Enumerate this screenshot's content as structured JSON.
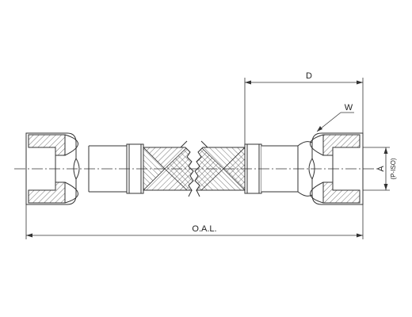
{
  "labels": {
    "dim_d": "D",
    "dim_w": "W",
    "dim_a": "A",
    "dim_a_thread": "(P-ISO)",
    "dim_oal": "O.A.L."
  },
  "colors": {
    "line": "#333333",
    "fill": "#ffffff",
    "centerline": "#333333"
  }
}
